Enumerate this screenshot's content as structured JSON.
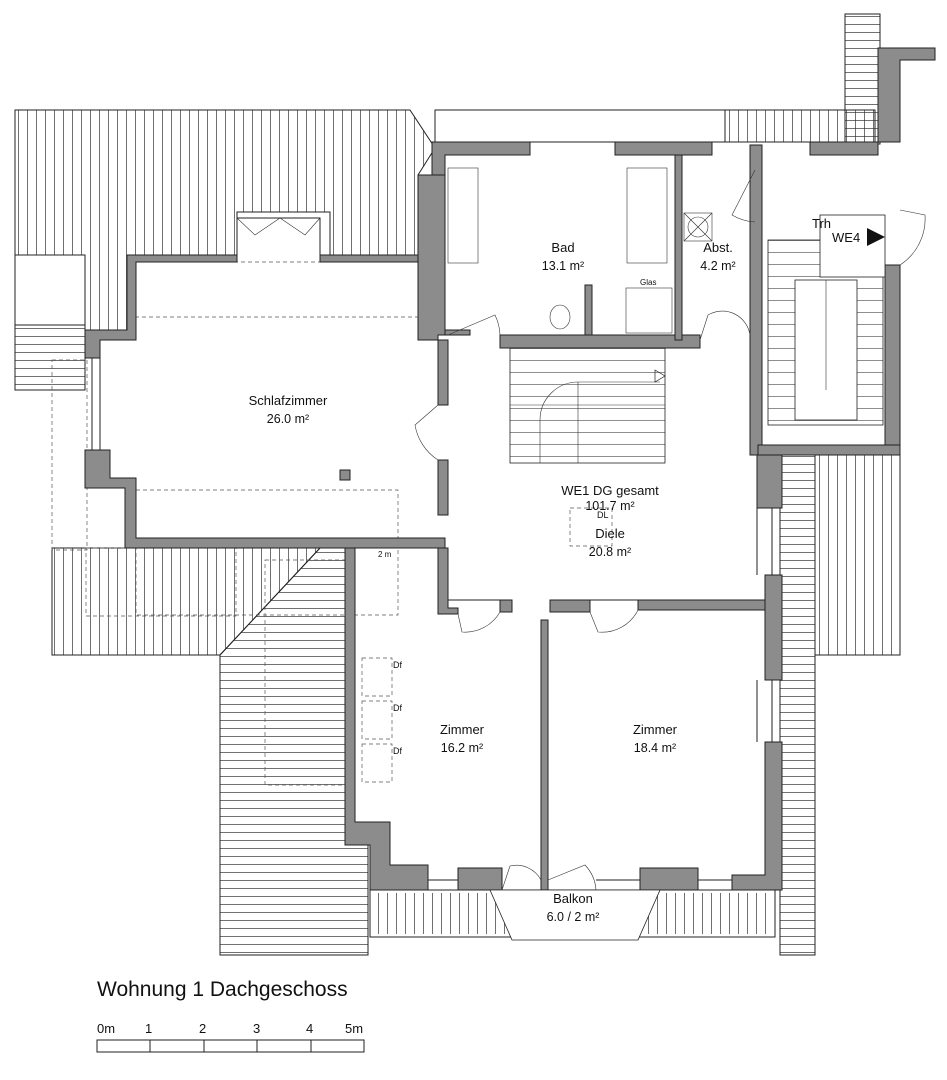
{
  "plan_title": "Wohnung 1 Dachgeschoss",
  "rooms": [
    {
      "name": "Schlafzimmer",
      "area": "26.0 m²"
    },
    {
      "name": "Bad",
      "area": "13.1 m²"
    },
    {
      "name": "Abst.",
      "area": "4.2 m²"
    },
    {
      "name": "Diele",
      "area": "20.8 m²"
    },
    {
      "name": "Zimmer",
      "area": "16.2 m²"
    },
    {
      "name": "Zimmer",
      "area": "18.4 m²"
    },
    {
      "name": "Balkon",
      "area": "6.0 / 2 m²"
    }
  ],
  "summary": {
    "name": "WE1 DG gesamt",
    "area": "101.7 m²"
  },
  "annotations": {
    "trh": "Trh",
    "we4": "WE4",
    "glas": "Glas",
    "dl": "DL",
    "two_m": "2 m",
    "df": [
      "Df",
      "Df",
      "Df"
    ]
  },
  "scale": {
    "labels": [
      "0m",
      "1",
      "2",
      "3",
      "4",
      "5m"
    ]
  }
}
